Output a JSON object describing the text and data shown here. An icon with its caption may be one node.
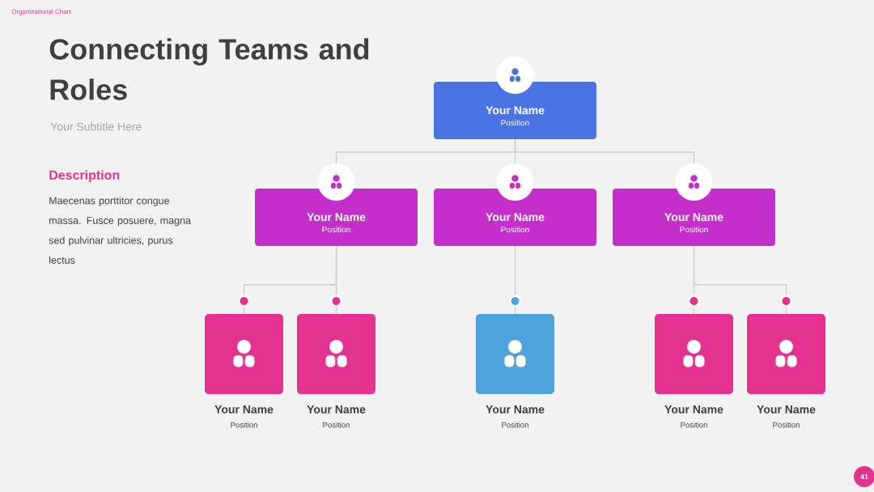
{
  "diagram": {
    "title": "Connecting Teams and Roles",
    "nodes": [
      {
        "text": [
          "Your Name",
          "Position"
        ]
      },
      {
        "text": [
          "Your Name",
          "Position"
        ]
      },
      {
        "text": [
          "Your Name",
          "Position"
        ]
      },
      {
        "text": [
          "Your Name",
          "Position"
        ]
      },
      {
        "text": [
          "Your Name",
          "Position"
        ]
      },
      {
        "text": [
          "Your Name",
          "Position"
        ]
      },
      {
        "text": [
          "Your Name",
          "Position"
        ]
      },
      {
        "text": [
          "Your Name",
          "Position"
        ]
      },
      {
        "text": [
          "Your Name",
          "Position"
        ]
      }
    ],
    "edges": [
      {
        "from": 0,
        "to": 1,
        "arrow": "none"
      },
      {
        "from": 0,
        "to": 2,
        "arrow": "none"
      },
      {
        "from": 0,
        "to": 3,
        "arrow": "none"
      },
      {
        "from": 1,
        "to": 4,
        "arrow": "none"
      },
      {
        "from": 1,
        "to": 5,
        "arrow": "none"
      },
      {
        "from": 2,
        "to": 6,
        "arrow": "none"
      },
      {
        "from": 3,
        "to": 7,
        "arrow": "none"
      },
      {
        "from": 3,
        "to": 8,
        "arrow": "none"
      }
    ],
    "labels": [
      "Organizational Chart",
      "Your Subtitle Here",
      "Description",
      "Maecenas porttitor congue massa. Fusce posuere, magna sed pulvinar ultricies, purus lectus",
      "41"
    ]
  }
}
